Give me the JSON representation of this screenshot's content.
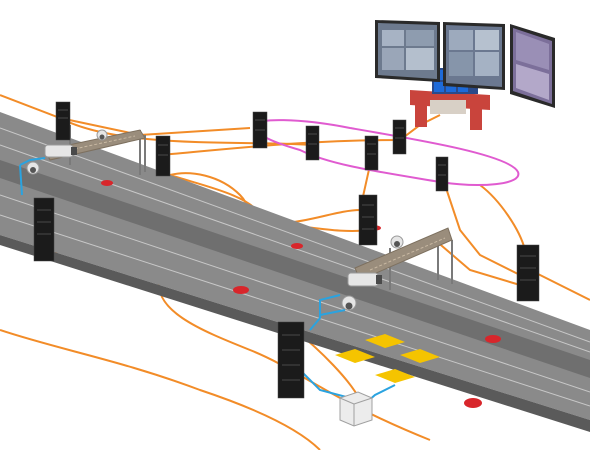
{
  "diagram": {
    "colors": {
      "road": "#8a8a8a",
      "road_dark": "#6f6f6f",
      "road_edge": "#5a5a5a",
      "lane_line": "#c8c8c8",
      "fiber_orange": "#f28c28",
      "ring_magenta": "#e05bd0",
      "cable_blue": "#2aa3e0",
      "switch_body": "#1b1b1b",
      "gantry": "#9a8d7c",
      "detector_yellow": "#f5c400",
      "car_red": "#d8262b",
      "console_red": "#c9443c"
    },
    "components": [
      {
        "id": "video-wall",
        "kind": "monitor-wall",
        "panels": 3
      },
      {
        "id": "operator-console",
        "kind": "control-desk"
      },
      {
        "id": "gantry-left",
        "kind": "overhead-gantry"
      },
      {
        "id": "gantry-right",
        "kind": "overhead-gantry"
      },
      {
        "id": "camera-dome",
        "kind": "dome-camera",
        "count": 4
      },
      {
        "id": "camera-bullet",
        "kind": "bullet-camera",
        "count": 2
      },
      {
        "id": "industrial-switch",
        "kind": "ethernet-switch",
        "count": 11
      },
      {
        "id": "vehicle-detector",
        "kind": "loop-detector",
        "count": 4
      },
      {
        "id": "junction-box",
        "kind": "cabinet",
        "count": 1
      },
      {
        "id": "car",
        "kind": "vehicle",
        "count": 6
      }
    ],
    "links": [
      {
        "type": "fiber",
        "color": "orange"
      },
      {
        "type": "ring",
        "color": "magenta"
      },
      {
        "type": "ethernet",
        "color": "blue"
      }
    ]
  }
}
